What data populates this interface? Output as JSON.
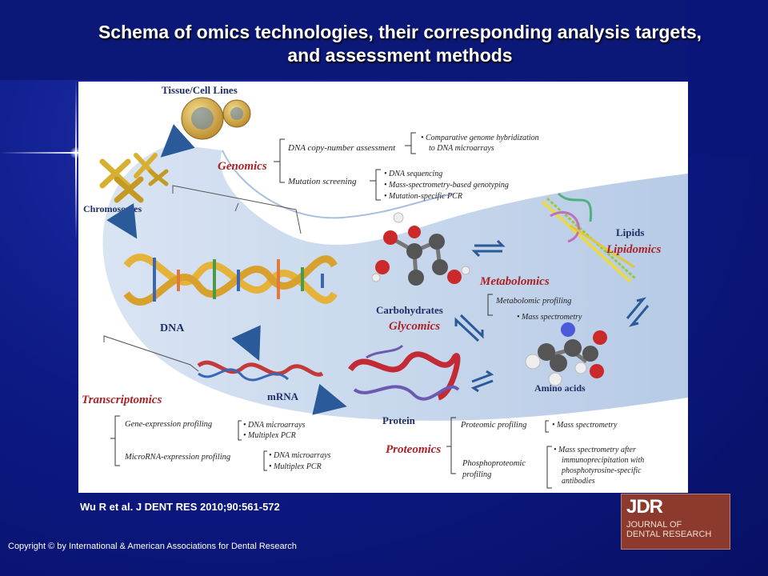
{
  "slide": {
    "title_line1": "Schema of omics technologies, their corresponding analysis targets,",
    "title_line2": "and assessment methods",
    "citation": "Wu R et al. J DENT RES 2010;90:561-572",
    "copyright": "Copyright © by International & American Associations for Dental Research",
    "logo": {
      "mark": "JDR",
      "name_line1": "JOURNAL OF",
      "name_line2": "DENTAL RESEARCH"
    },
    "colors": {
      "background": "#0d1a86",
      "accent": "#aa2226",
      "panel": "#ffffff",
      "band": "#c3d3ea"
    }
  },
  "diagram": {
    "entities": {
      "tissue": "Tissue/Cell Lines",
      "chromosomes": "Chromosomes",
      "dna": "DNA",
      "mrna": "mRNA",
      "protein": "Protein",
      "amino_acids": "Amino acids",
      "carbohydrates": "Carbohydrates",
      "lipids": "Lipids"
    },
    "omics": {
      "genomics": "Genomics",
      "transcriptomics": "Transcriptomics",
      "proteomics": "Proteomics",
      "metabolomics": "Metabolomics",
      "glycomics": "Glycomics",
      "lipidomics": "Lipidomics"
    },
    "genomics": {
      "copy_number": "DNA copy-number assessment",
      "cgh_line1": "• Comparative genome hybridization",
      "cgh_line2": "to DNA microarrays",
      "mutation": "Mutation screening",
      "m1": "• DNA sequencing",
      "m2": "• Mass-spectrometry-based genotyping",
      "m3": "• Mutation-specific PCR"
    },
    "metabolomics": {
      "profiling": "Metabolomic profiling",
      "ms": "• Mass spectrometry"
    },
    "transcriptomics": {
      "gene_expr": "Gene-expression profiling",
      "g1": "• DNA microarrays",
      "g2": "• Multiplex PCR",
      "mirna": "MicroRNA-expression profiling",
      "r1": "• DNA microarrays",
      "r2": "• Multiplex PCR"
    },
    "proteomics": {
      "profiling": "Proteomic profiling",
      "ms": "• Mass spectrometry",
      "phospho_line1": "Phosphoproteomic",
      "phospho_line2": "profiling",
      "p1": "• Mass spectrometry after",
      "p2": "immunoprecipitation with",
      "p3": "phosphotyrosine-specific",
      "p4": "antibodies"
    },
    "icons": [
      "cell-sphere-icon",
      "chromosome-icon",
      "dna-helix-icon",
      "mrna-strand-icon",
      "protein-ribbon-icon",
      "glucose-molecule-icon",
      "amino-acid-molecule-icon",
      "lipid-chain-icon",
      "flow-arrow-icon",
      "equilibrium-arrow-icon"
    ]
  }
}
